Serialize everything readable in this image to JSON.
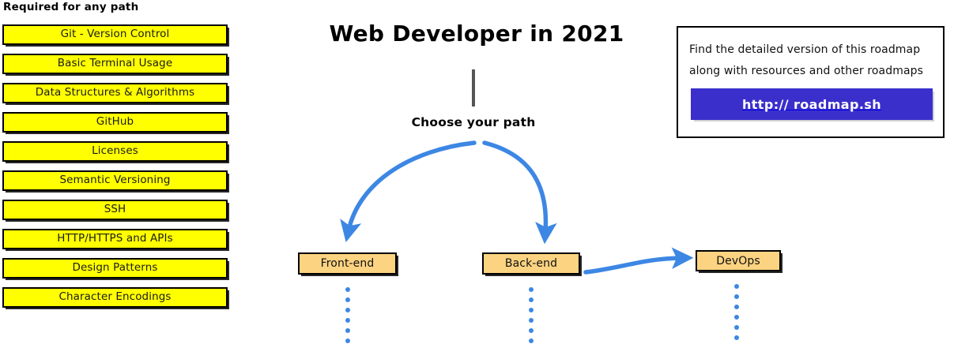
{
  "colors": {
    "required_box_fill": "#FFFF00",
    "path_box_fill": "#FCD381",
    "arrow_blue": "#3D87E4",
    "promo_button_bg": "#3B2FCB",
    "stem_gray": "#555555",
    "outline_black": "#000000",
    "page_bg": "#FFFFFF"
  },
  "required": {
    "heading": "Required for any path",
    "items": [
      {
        "label": "Git - Version Control"
      },
      {
        "label": "Basic Terminal Usage"
      },
      {
        "label": "Data Structures & Algorithms"
      },
      {
        "label": "GitHub"
      },
      {
        "label": "Licenses"
      },
      {
        "label": "Semantic Versioning"
      },
      {
        "label": "SSH"
      },
      {
        "label": "HTTP/HTTPS and APIs"
      },
      {
        "label": "Design Patterns"
      },
      {
        "label": "Character Encodings"
      }
    ]
  },
  "center": {
    "title": "Web Developer in 2021",
    "choose_path_label": "Choose your path",
    "path_boxes": [
      {
        "id": "frontend",
        "label": "Front-end"
      },
      {
        "id": "backend",
        "label": "Back-end"
      },
      {
        "id": "devops",
        "label": "DevOps"
      }
    ],
    "trail_dot_counts": {
      "frontend": 6,
      "backend": 6,
      "devops": 7
    }
  },
  "promo": {
    "line_1": "Find the detailed version of this roadmap",
    "line_2": "along with resources and other roadmaps",
    "button_label": "http:// roadmap.sh"
  }
}
